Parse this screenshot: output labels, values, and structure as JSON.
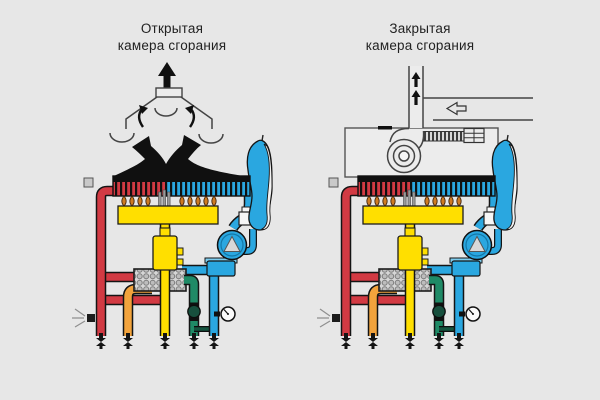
{
  "diagrams": {
    "open": {
      "line1": "Открытая",
      "line2": "камера сгорания"
    },
    "closed": {
      "line1": "Закрытая",
      "line2": "камера сгорания"
    }
  },
  "colors": {
    "background": "#e7e7e7",
    "heating-red": "#d23a43",
    "return-blue": "#2aa7e0",
    "gas-yellow": "#ffdf00",
    "dhw-orange": "#f2a33c",
    "water-green": "#1f8a66",
    "outline": "#141414"
  }
}
